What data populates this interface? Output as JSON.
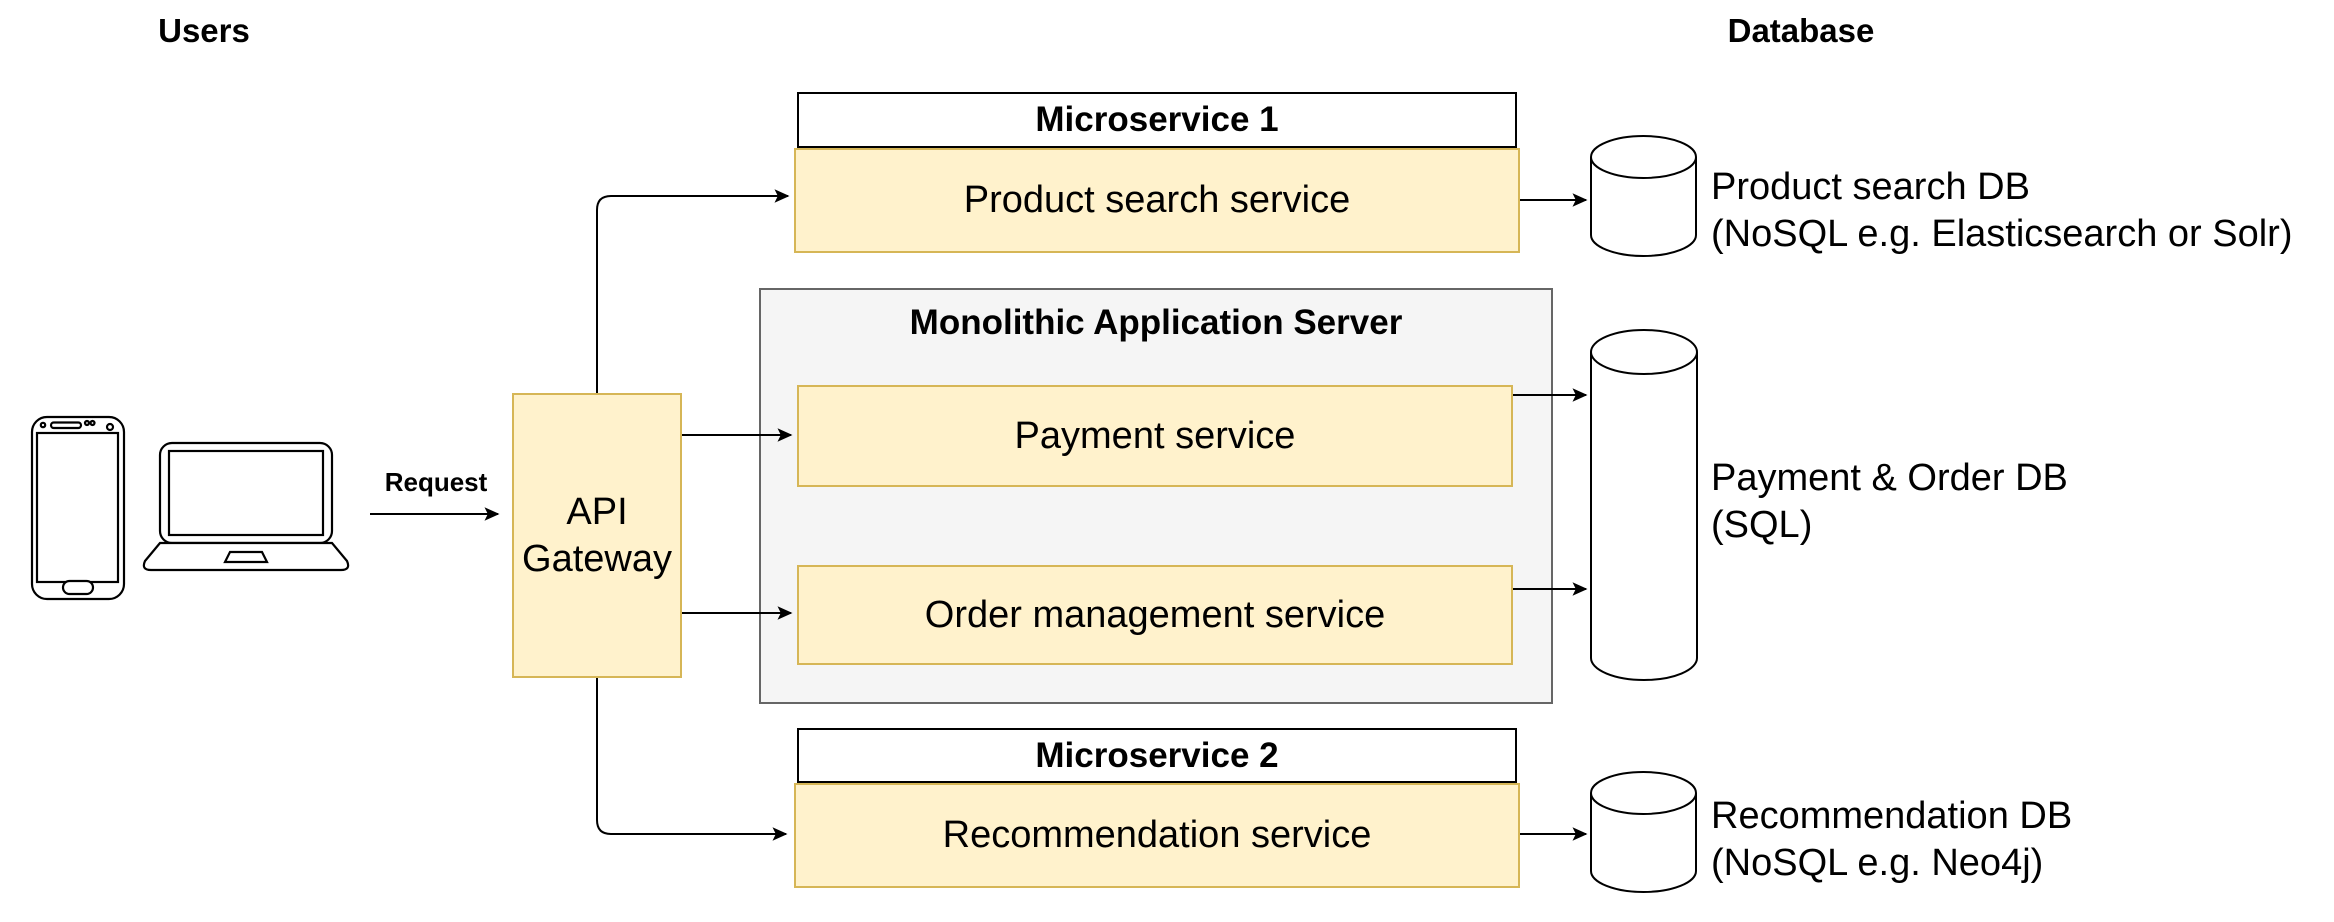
{
  "diagram": {
    "title_users": "Users",
    "title_database": "Database",
    "request_label": "Request",
    "api_gateway_label": "API Gateway",
    "microservice1": {
      "title": "Microservice 1",
      "service": "Product search service"
    },
    "monolith": {
      "title": "Monolithic Application Server",
      "payment_service": "Payment service",
      "order_service": "Order management service"
    },
    "microservice2": {
      "title": "Microservice 2",
      "service": "Recommendation service"
    },
    "databases": {
      "product_search": {
        "name": "Product search DB",
        "tech": "(NoSQL e.g. Elasticsearch or Solr)"
      },
      "payment_order": {
        "name": "Payment & Order DB",
        "tech": "(SQL)"
      },
      "recommendation": {
        "name": "Recommendation DB",
        "tech": "(NoSQL e.g. Neo4j)"
      }
    },
    "icons": {
      "smartphone": "smartphone-icon",
      "laptop": "laptop-icon",
      "database_cylinder": "database-cylinder-icon",
      "arrow": "arrow-connector"
    },
    "colors": {
      "service_fill": "#FFF2CC",
      "service_border": "#D6B656",
      "container_fill": "#F5F5F5",
      "container_border": "#666666",
      "header_fill": "#FFFFFF",
      "line": "#000000"
    }
  }
}
